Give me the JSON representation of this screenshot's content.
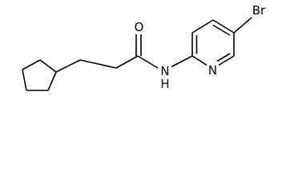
{
  "molecule": {
    "atoms": {
      "oxygen": "O",
      "amide_nitrogen": "N",
      "amide_hydrogen": "H",
      "ring_nitrogen": "N",
      "bromine": "Br"
    },
    "bonds": {
      "carbonyl": "double",
      "pyridine_aromatic_1": "double",
      "pyridine_aromatic_2": "double",
      "pyridine_aromatic_3": "double"
    }
  }
}
